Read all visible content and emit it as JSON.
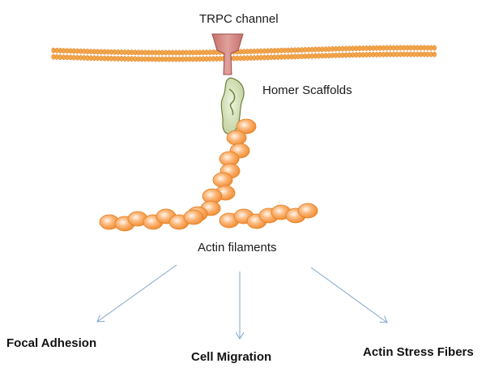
{
  "labels": {
    "trpc": "TRPC channel",
    "homer": "Homer Scaffolds",
    "actin": "Actin filaments",
    "outcome_focal": "Focal Adhesion",
    "outcome_migration": "Cell Migration",
    "outcome_stress": "Actin Stress Fibers"
  },
  "colors": {
    "membrane": "#f4a548",
    "membrane_dark": "#d9822b",
    "channel": "#d88a86",
    "homer": "#c9d9a9",
    "actin": "#f79a3e",
    "actin_light": "#fff3e6",
    "arrow": "#7fa6cf"
  }
}
